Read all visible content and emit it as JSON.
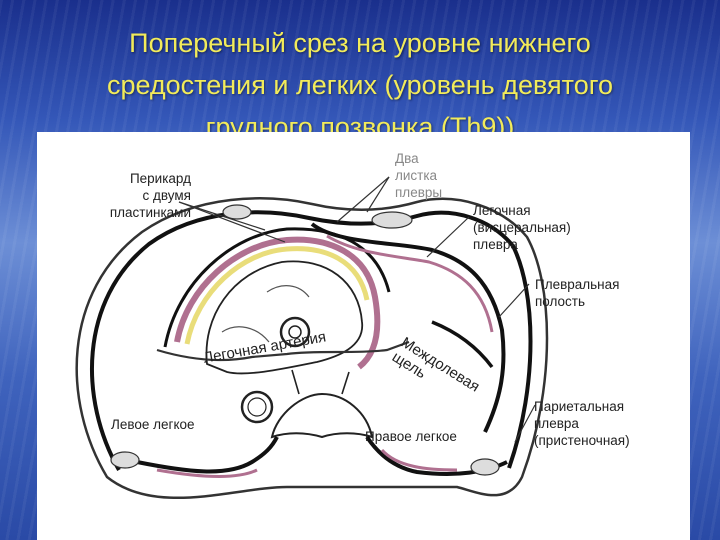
{
  "title": {
    "lines": [
      "Поперечный срез на уровне нижнего",
      "средостения и легких (уровень девятого",
      "грудного позвонка (Th9))"
    ],
    "color": "#f2eb5a"
  },
  "labels": {
    "pericardium": [
      "Перикард",
      "с двумя",
      "пластинками"
    ],
    "two_sheets": [
      "Два",
      "листка",
      "плевры"
    ],
    "visceral": [
      "Легочная",
      "(висцеральная)",
      "плевра"
    ],
    "pleural_cavity": [
      "Плевральная",
      "полость"
    ],
    "fissure": [
      "Междолевая",
      "щель"
    ],
    "pulmonary_artery": "Легочная артерия",
    "left_lung": "Левое легкое",
    "right_lung": "Правое легкое",
    "parietal": [
      "Париетальная",
      "плевра",
      "(пристеночная)"
    ]
  }
}
